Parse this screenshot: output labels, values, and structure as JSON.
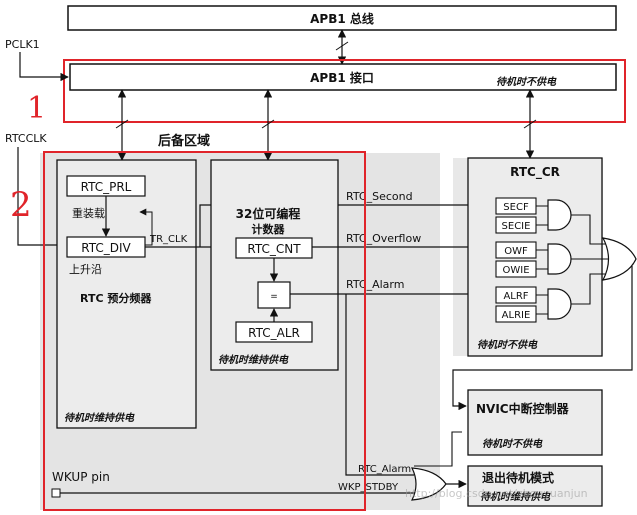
{
  "bus": {
    "title": "APB1 总线"
  },
  "interface": {
    "title": "APB1 接口",
    "note": "待机时不供电"
  },
  "signals": {
    "pclk1": "PCLK1",
    "rtcclk": "RTCCLK",
    "tr_clk": "TR_CLK",
    "second": "RTC_Second",
    "overflow": "RTC_Overflow",
    "alarm": "RTC_Alarm",
    "alarm2": "RTC_Alarm",
    "wkp_stdby": "WKP_STDBY",
    "wkup_pin": "WKUP pin"
  },
  "backup": {
    "title": "后备区域"
  },
  "prescaler": {
    "prl": "RTC_PRL",
    "reload": "重装载",
    "div": "RTC_DIV",
    "rising": "上升沿",
    "title": "RTC 预分频器",
    "note": "待机时维持供电"
  },
  "counter": {
    "title1": "32位可编程",
    "title2": "计数器",
    "cnt": "RTC_CNT",
    "equal": "=",
    "alr": "RTC_ALR",
    "note": "待机时维持供电"
  },
  "cr": {
    "title": "RTC_CR",
    "bits": [
      "SECF",
      "SECIE",
      "OWF",
      "OWIE",
      "ALRF",
      "ALRIE"
    ],
    "note": "待机时不供电"
  },
  "nvic": {
    "title": "NVIC中断控制器",
    "note": "待机时不供电"
  },
  "standby": {
    "title": "退出待机模式",
    "note": "待机时维持供电"
  },
  "annotations": {
    "mark1": "1",
    "mark2": "2"
  },
  "watermark": "http://blog.csdn.net/zhouyuanjun"
}
